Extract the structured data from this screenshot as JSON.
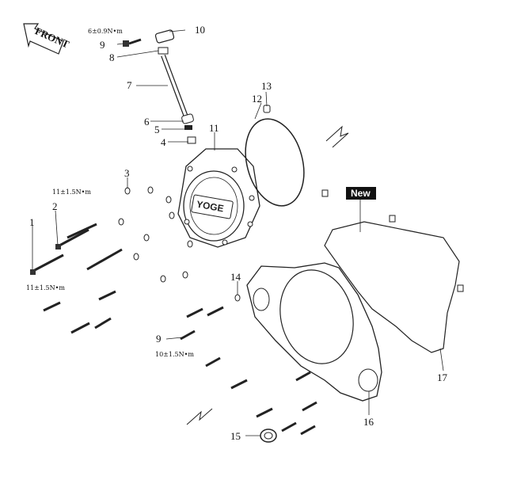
{
  "diagram": {
    "front_label": "FRONT",
    "new_badge": "New",
    "logo_text": "YOGE",
    "torques": {
      "top": "6±0.9N•m",
      "left_upper": "11±1.5N•m",
      "left_lower": "11±1.5N•m",
      "mid": "10±1.5N•m"
    },
    "callouts": {
      "c1": "1",
      "c2": "2",
      "c3": "3",
      "c4": "4",
      "c5": "5",
      "c6": "6",
      "c7": "7",
      "c8": "8",
      "c9a": "9",
      "c9b": "9",
      "c10": "10",
      "c11": "11",
      "c12": "12",
      "c13": "13",
      "c14": "14",
      "c15": "15",
      "c16": "16",
      "c17": "17"
    }
  }
}
